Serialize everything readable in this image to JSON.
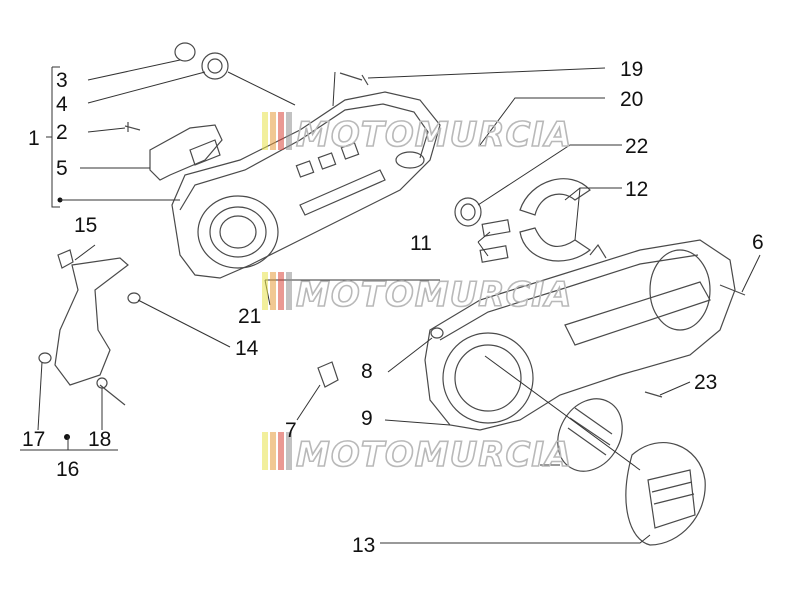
{
  "watermark": {
    "text": "MOTOMURCIA",
    "stripe_colors": [
      "#e8e24a",
      "#e59a3a",
      "#d9463a",
      "#8f8f8f"
    ]
  },
  "callouts": {
    "c1": "1",
    "c2": "2",
    "c3": "3",
    "c4": "4",
    "c5": "5",
    "c6": "6",
    "c7": "7",
    "c8": "8",
    "c9": "9",
    "c11": "11",
    "c12": "12",
    "c13": "13",
    "c14": "14",
    "c15": "15",
    "c16": "16",
    "c17": "17",
    "c18": "18",
    "c19": "19",
    "c20": "20",
    "c21": "21",
    "c22": "22",
    "c23": "23"
  },
  "colors": {
    "line": "#4a4a4a",
    "text": "#111111"
  }
}
